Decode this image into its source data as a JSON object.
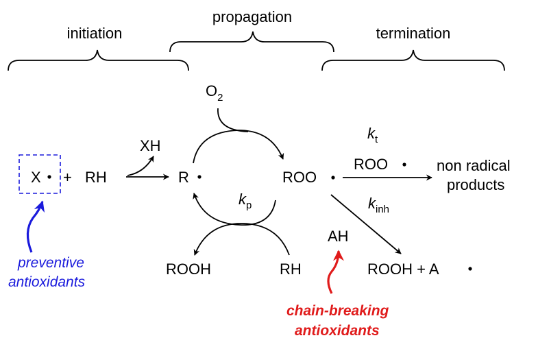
{
  "phases": {
    "initiation": "initiation",
    "propagation": "propagation",
    "termination": "termination"
  },
  "species": {
    "o2": "O",
    "o2_sub": "2",
    "xh": "XH",
    "x_radical": "X",
    "plus1": "+",
    "rh_left": "RH",
    "r_radical": "R",
    "roo_radical": "ROO",
    "kt_k": "k",
    "kt_sub": "t",
    "roo_reagent": "ROO",
    "non_radical_1": "non radical",
    "non_radical_2": "products",
    "kp_k": "k",
    "kp_sub": "p",
    "kinh_k": "k",
    "kinh_sub": "inh",
    "ah": "AH",
    "rooh_left": "ROOH",
    "rh_bottom": "RH",
    "rooh_right": "ROOH + A"
  },
  "labels": {
    "preventive_1": "preventive",
    "preventive_2": "antioxidants",
    "chain_breaking_1": "chain-breaking",
    "chain_breaking_2": "antioxidants"
  },
  "colors": {
    "preventive": "#1a1adc",
    "chain_breaking": "#e01b1b",
    "ink": "#000000"
  }
}
